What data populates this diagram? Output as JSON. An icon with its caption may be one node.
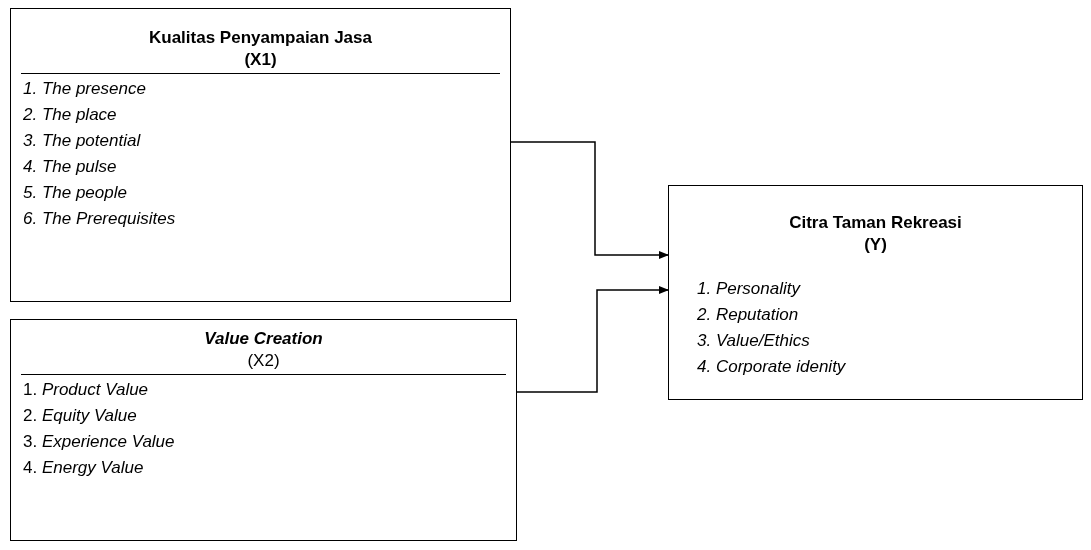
{
  "diagram": {
    "nodes": [
      {
        "text": [
          "Kualitas Penyampaian Jasa",
          "(X1)",
          "1. The presence",
          "2. The place",
          "3. The potential",
          "4. The pulse",
          "5. The people",
          "6. The Prerequisites"
        ]
      },
      {
        "text": [
          "Value Creation",
          "(X2)",
          "1. *Product Value*",
          "2. *Equity Value*",
          "3. *Experience Value*",
          "4. *Energy Value*"
        ]
      },
      {
        "text": [
          "Citra Taman Rekreasi",
          "(Y)",
          "1. Personality",
          "2. Reputation",
          "3. Value/Ethics",
          "4. Corporate idenity"
        ]
      }
    ],
    "edges": [
      {
        "from": 0,
        "to": 2,
        "arrow": "to"
      },
      {
        "from": 1,
        "to": 2,
        "arrow": "to"
      }
    ]
  }
}
